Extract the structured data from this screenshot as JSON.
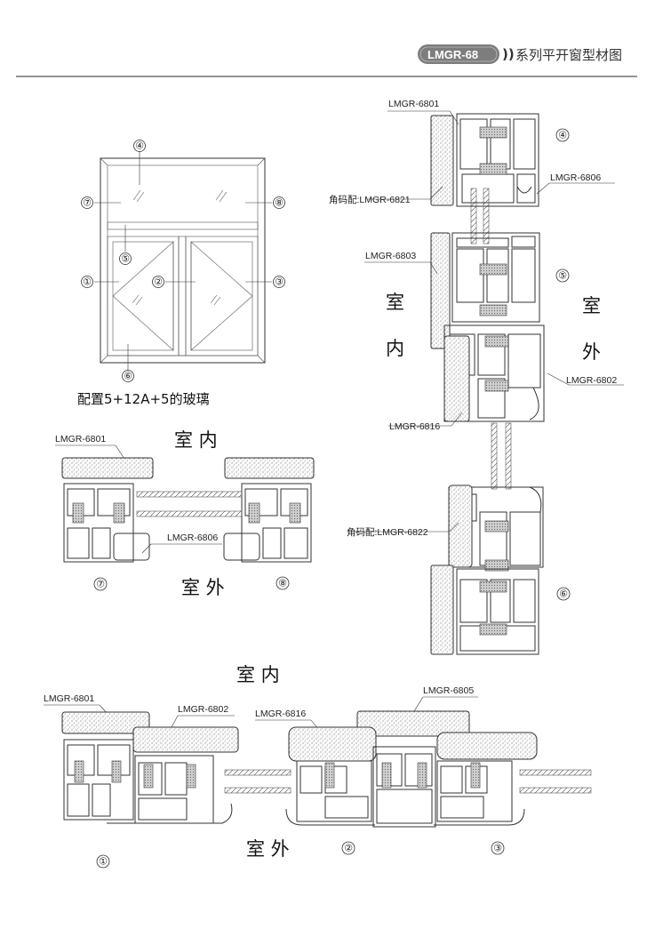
{
  "header": {
    "badge": "LMGR-68",
    "chevrons": "))",
    "title": "系列平开窗型材图",
    "badge_color": "#7d7d7d"
  },
  "elevation": {
    "caption": "配置5+12A+5的玻璃",
    "markers": [
      "①",
      "②",
      "③",
      "④",
      "⑤",
      "⑥",
      "⑦",
      "⑧"
    ]
  },
  "labels": {
    "p6801": "LMGR-6801",
    "p6802": "LMGR-6802",
    "p6803": "LMGR-6803",
    "p6805": "LMGR-6805",
    "p6806": "LMGR-6806",
    "p6816": "LMGR-6816",
    "c6821": "角码配:LMGR-6821",
    "c6822": "角码配:LMGR-6822"
  },
  "sides": {
    "indoor": "室 内",
    "outdoor": "室 外",
    "indoor_c1": "室",
    "indoor_c2": "内",
    "outdoor_c1": "室",
    "outdoor_c2": "外"
  }
}
